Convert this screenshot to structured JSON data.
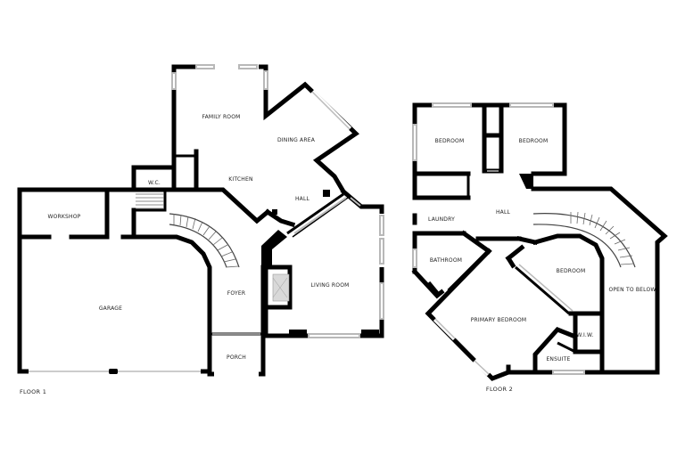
{
  "floor1": {
    "label": "FLOOR 1",
    "rooms": {
      "family_room": "FAMILY ROOM",
      "dining_area": "DINING AREA",
      "kitchen": "KITCHEN",
      "wc": "W.C.",
      "hall": "HALL",
      "workshop": "WORKSHOP",
      "garage": "GARAGE",
      "foyer": "FOYER",
      "living_room": "LIVING ROOM",
      "porch": "PORCH"
    }
  },
  "floor2": {
    "label": "FLOOR 2",
    "rooms": {
      "bedroom_1": "BEDROOM",
      "bedroom_2": "BEDROOM",
      "laundry": "LAUNDRY",
      "hall": "HALL",
      "bathroom": "BATHROOM",
      "bedroom_3": "BEDROOM",
      "open_to_below": "OPEN TO BELOW",
      "primary_bedroom": "PRIMARY BEDROOM",
      "wiw": "W.I.W.",
      "ensuite": "ENSUITE"
    }
  }
}
